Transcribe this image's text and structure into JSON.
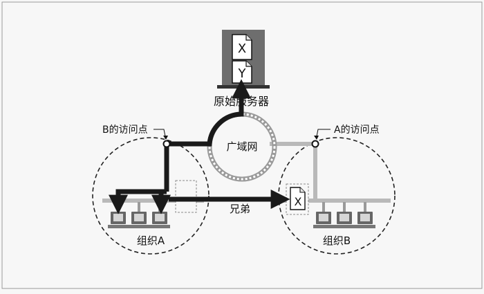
{
  "diagram": {
    "server_label": "原始服务器",
    "server_docs": [
      "X",
      "Y"
    ],
    "wan_label": "广域网",
    "access_point_b": "B的访问点",
    "access_point_a": "A的访问点",
    "sibling_label": "兄弟",
    "org_a": "组织A",
    "org_b": "组织B",
    "cached_doc": "X",
    "colors": {
      "background": "#f7f7f7",
      "frame": "#999999",
      "path_dark": "#1a1a1a",
      "link_light": "#b9b9b9",
      "server_gray": "#6e6e6e",
      "terminal_gray": "#9a9a9a"
    }
  }
}
